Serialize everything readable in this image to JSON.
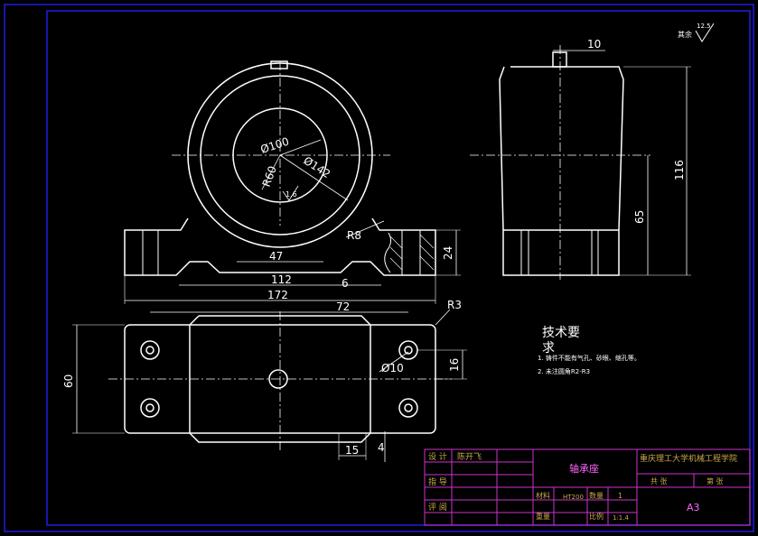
{
  "roughness": {
    "prefix": "其余",
    "value": "12.5"
  },
  "dimensions": {
    "front": {
      "d100": "Ø100",
      "r60": "R60",
      "d142": "Ø142",
      "h47": "47",
      "h112": "112",
      "h172": "172",
      "h6": "6",
      "r8": "R8",
      "v24": "24",
      "surface_mark": "1.6"
    },
    "side": {
      "h10": "10",
      "v116": "116",
      "v65": "65"
    },
    "top": {
      "h72": "72",
      "r3": "R3",
      "v60": "60",
      "d10": "Ø10",
      "v16": "16",
      "h15": "15",
      "h4": "4"
    }
  },
  "tech_req": {
    "title_line1": "技术要",
    "title_line2": "求",
    "items": [
      "1. 铸件不能有气孔、砂眼、缩孔等。",
      "2. 未注圆角R2-R3"
    ]
  },
  "title_block": {
    "design_label": "设 计",
    "designer": "陈开飞",
    "guide_label": "指 导",
    "review_label": "评 阅",
    "part_name": "轴承座",
    "school": "重庆理工大学机械工程学院",
    "sheets_total": "共 张",
    "sheet_no": "第 张",
    "material_label": "材料",
    "material_value": "HT200",
    "quantity_label": "数量",
    "quantity_value": "1",
    "weight_label": "重量",
    "scale_label": "比例",
    "scale_value": "1:1.4",
    "paper_size": "A3"
  },
  "colors": {
    "background": "#000000",
    "frame": "#1e1ee6",
    "outline": "#ffffff",
    "title_block": "#cc33cc",
    "dimension": "#ffffff"
  }
}
